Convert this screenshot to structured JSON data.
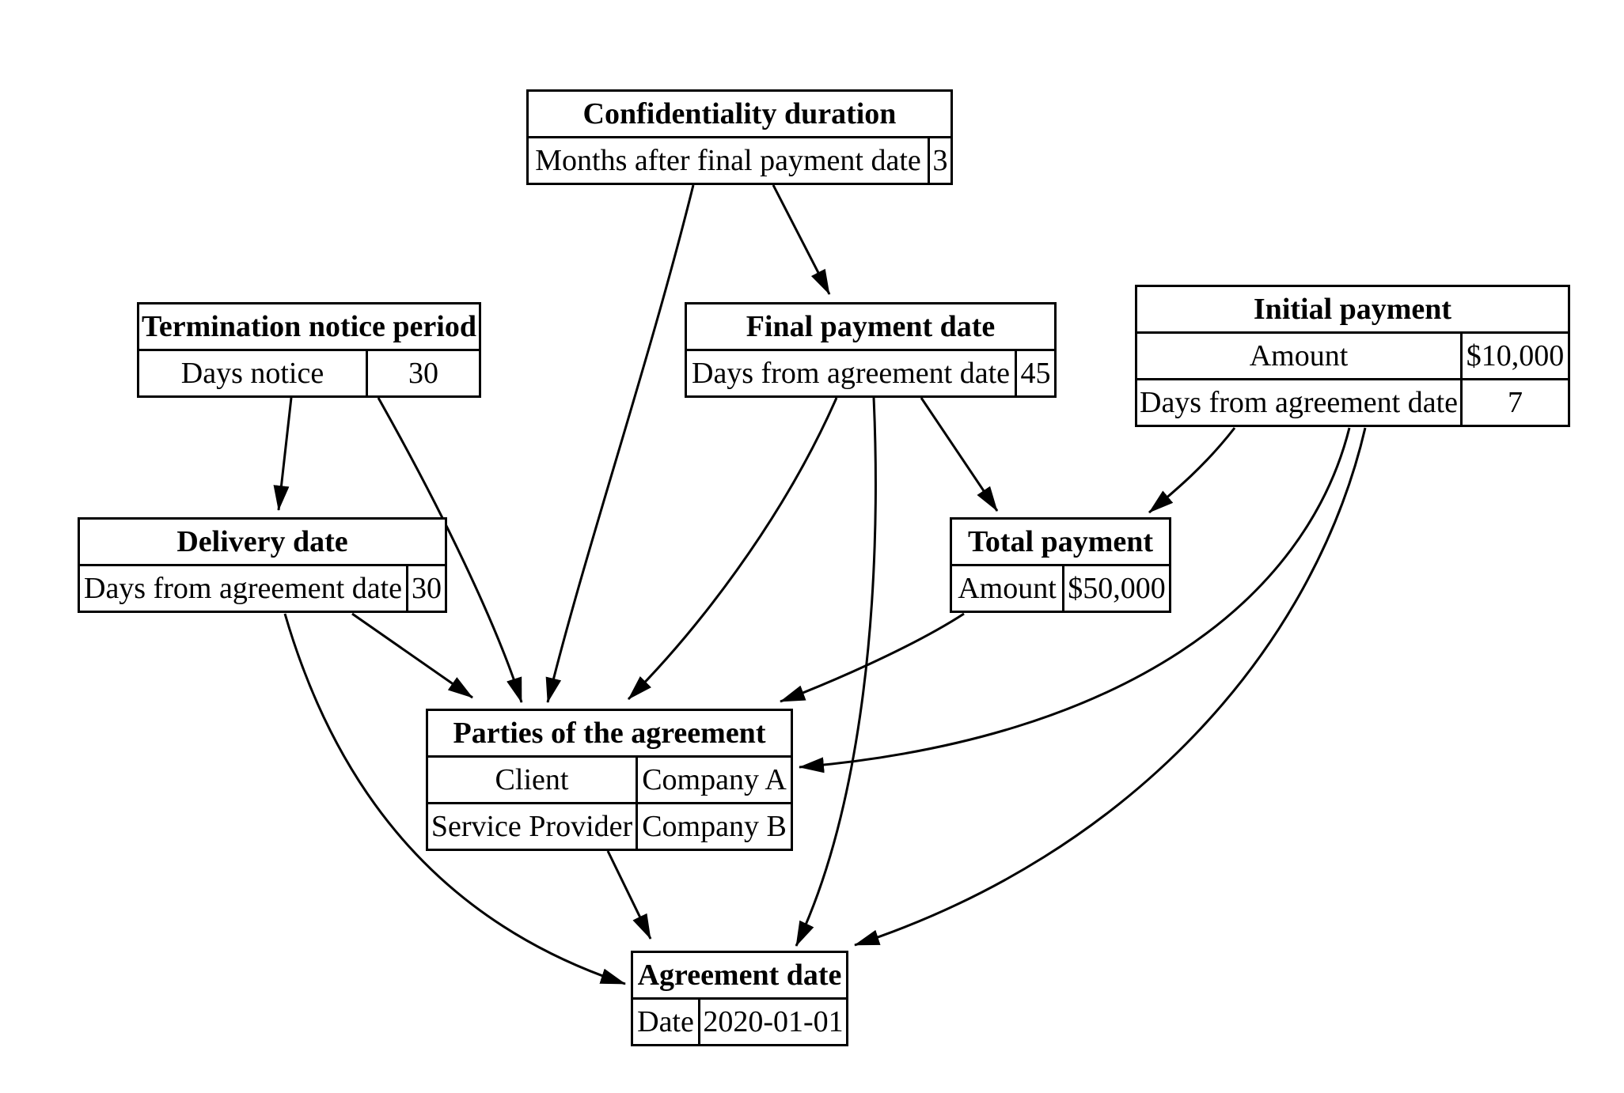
{
  "diagram": {
    "background_color": "#ffffff",
    "line_color": "#000000",
    "nodes": [
      {
        "id": "confidentiality-duration",
        "title": "Confidentiality duration",
        "rows": [
          {
            "label": "Months after final payment date",
            "value": "3"
          }
        ]
      },
      {
        "id": "termination-notice-period",
        "title": "Termination notice period",
        "rows": [
          {
            "label": "Days notice",
            "value": "30"
          }
        ]
      },
      {
        "id": "final-payment-date",
        "title": "Final payment date",
        "rows": [
          {
            "label": "Days from agreement date",
            "value": "45"
          }
        ]
      },
      {
        "id": "initial-payment",
        "title": "Initial payment",
        "rows": [
          {
            "label": "Amount",
            "value": "$10,000"
          },
          {
            "label": "Days from agreement date",
            "value": "7"
          }
        ]
      },
      {
        "id": "delivery-date",
        "title": "Delivery date",
        "rows": [
          {
            "label": "Days from agreement date",
            "value": "30"
          }
        ]
      },
      {
        "id": "total-payment",
        "title": "Total payment",
        "rows": [
          {
            "label": "Amount",
            "value": "$50,000"
          }
        ]
      },
      {
        "id": "parties-of-the-agreement",
        "title": "Parties of the agreement",
        "rows": [
          {
            "label": "Client",
            "value": "Company A"
          },
          {
            "label": "Service Provider",
            "value": "Company B"
          }
        ]
      },
      {
        "id": "agreement-date",
        "title": "Agreement date",
        "rows": [
          {
            "label": "Date",
            "value": "2020-01-01"
          }
        ]
      }
    ],
    "edges": [
      {
        "from": "confidentiality-duration",
        "to": "final-payment-date"
      },
      {
        "from": "confidentiality-duration",
        "to": "parties-of-the-agreement"
      },
      {
        "from": "termination-notice-period",
        "to": "delivery-date"
      },
      {
        "from": "termination-notice-period",
        "to": "parties-of-the-agreement"
      },
      {
        "from": "final-payment-date",
        "to": "total-payment"
      },
      {
        "from": "final-payment-date",
        "to": "parties-of-the-agreement"
      },
      {
        "from": "final-payment-date",
        "to": "agreement-date"
      },
      {
        "from": "initial-payment",
        "to": "total-payment"
      },
      {
        "from": "initial-payment",
        "to": "parties-of-the-agreement"
      },
      {
        "from": "initial-payment",
        "to": "agreement-date"
      },
      {
        "from": "delivery-date",
        "to": "parties-of-the-agreement"
      },
      {
        "from": "delivery-date",
        "to": "agreement-date"
      },
      {
        "from": "total-payment",
        "to": "parties-of-the-agreement"
      },
      {
        "from": "parties-of-the-agreement",
        "to": "agreement-date"
      }
    ]
  }
}
